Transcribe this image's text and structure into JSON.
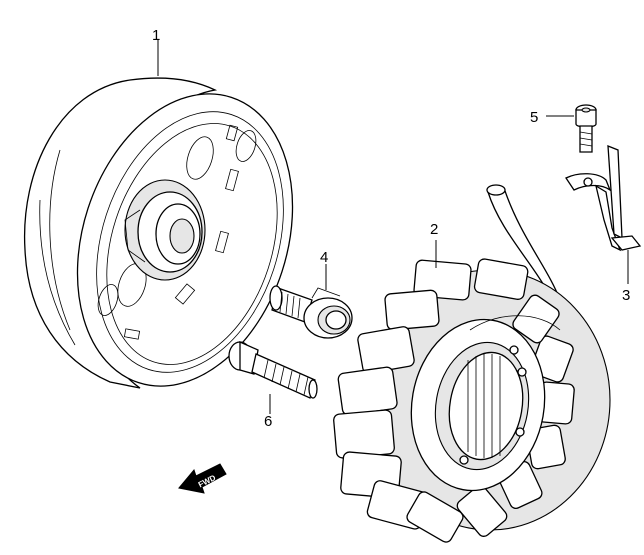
{
  "diagram": {
    "parts": [
      {
        "number": "1",
        "name": "flywheel-rotor"
      },
      {
        "number": "2",
        "name": "stator-coil"
      },
      {
        "number": "3",
        "name": "lead-wire-clamp"
      },
      {
        "number": "4",
        "name": "rotor-bolt-washer"
      },
      {
        "number": "5",
        "name": "clamp-bolt"
      },
      {
        "number": "6",
        "name": "rotor-bolt"
      }
    ],
    "direction_label": "FWD",
    "icons": [
      "fwd-arrow-icon"
    ]
  }
}
